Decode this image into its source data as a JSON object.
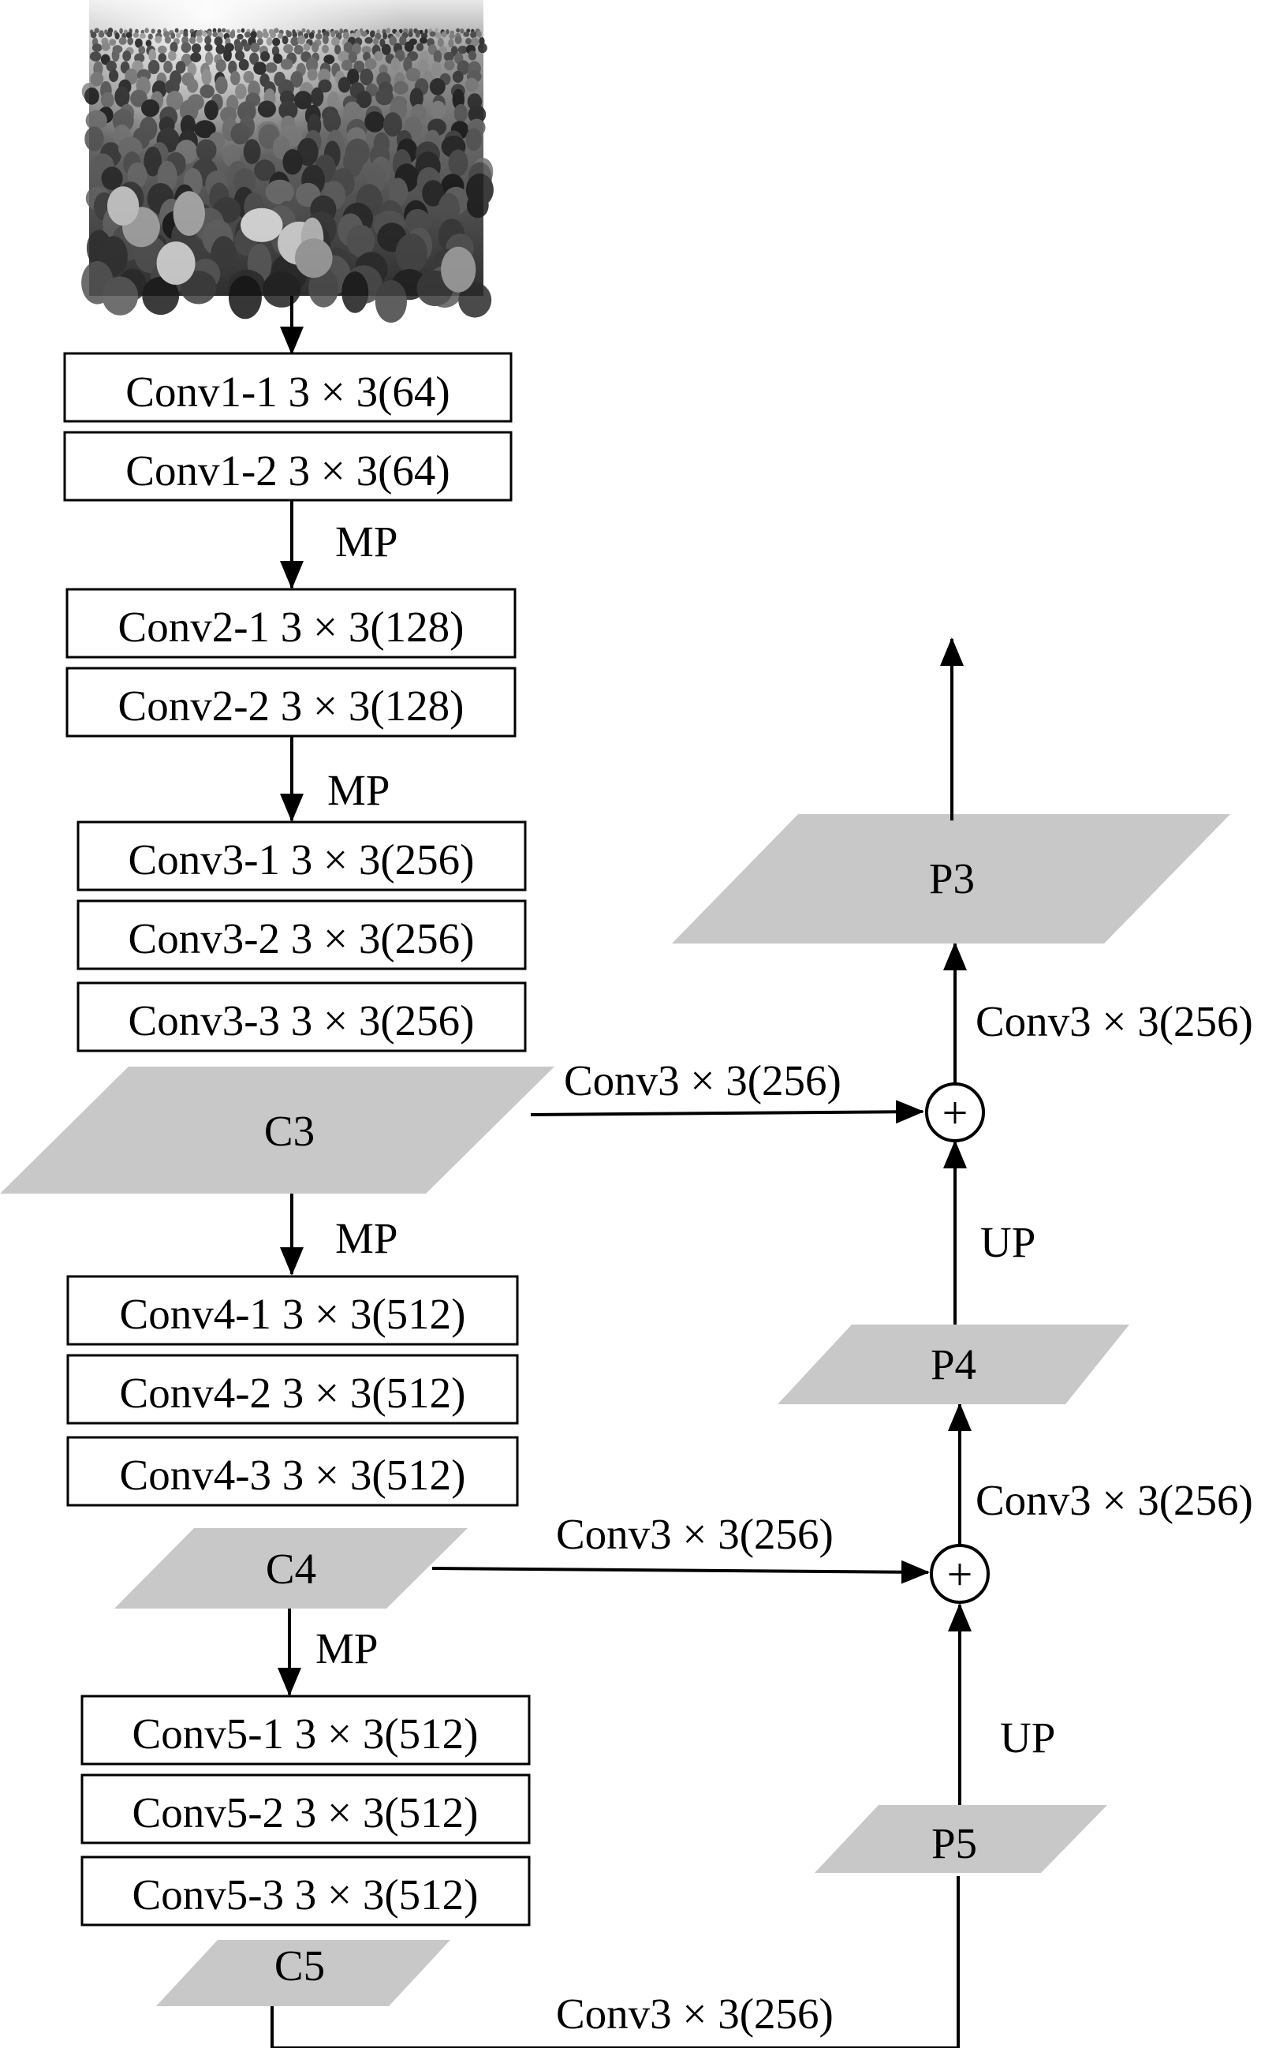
{
  "colors": {
    "line": "#000000",
    "box_fill": "#ffffff",
    "feature_fill": "#c8c8c8",
    "photo_bg": "#5a5a5a"
  },
  "input_image": {
    "description_icon": "crowd-photo"
  },
  "backbone": {
    "stage1": [
      "Conv1-1 3 × 3(64)",
      "Conv1-2 3 × 3(64)"
    ],
    "stage2": [
      "Conv2-1 3 × 3(128)",
      "Conv2-2 3 × 3(128)"
    ],
    "stage3": [
      "Conv3-1 3 × 3(256)",
      "Conv3-2 3 × 3(256)",
      "Conv3-3 3 × 3(256)"
    ],
    "stage4": [
      "Conv4-1 3 × 3(512)",
      "Conv4-2 3 × 3(512)",
      "Conv4-3 3 × 3(512)"
    ],
    "stage5": [
      "Conv5-1 3 × 3(512)",
      "Conv5-2 3 × 3(512)",
      "Conv5-3 3 × 3(512)"
    ],
    "pool_label": "MP"
  },
  "features": {
    "c3": "C3",
    "c4": "C4",
    "c5": "C5",
    "p3": "P3",
    "p4": "P4",
    "p5": "P5"
  },
  "edges": {
    "c3_to_sum": "Conv3 × 3(256)",
    "c4_to_sum": "Conv3 × 3(256)",
    "c5_to_p5": "Conv3 × 3(256)",
    "sum_to_p3": "Conv3 × 3(256)",
    "sum_to_p4": "Conv3 × 3(256)",
    "p4_up": "UP",
    "p5_up": "UP"
  },
  "ops": {
    "add": "+"
  }
}
